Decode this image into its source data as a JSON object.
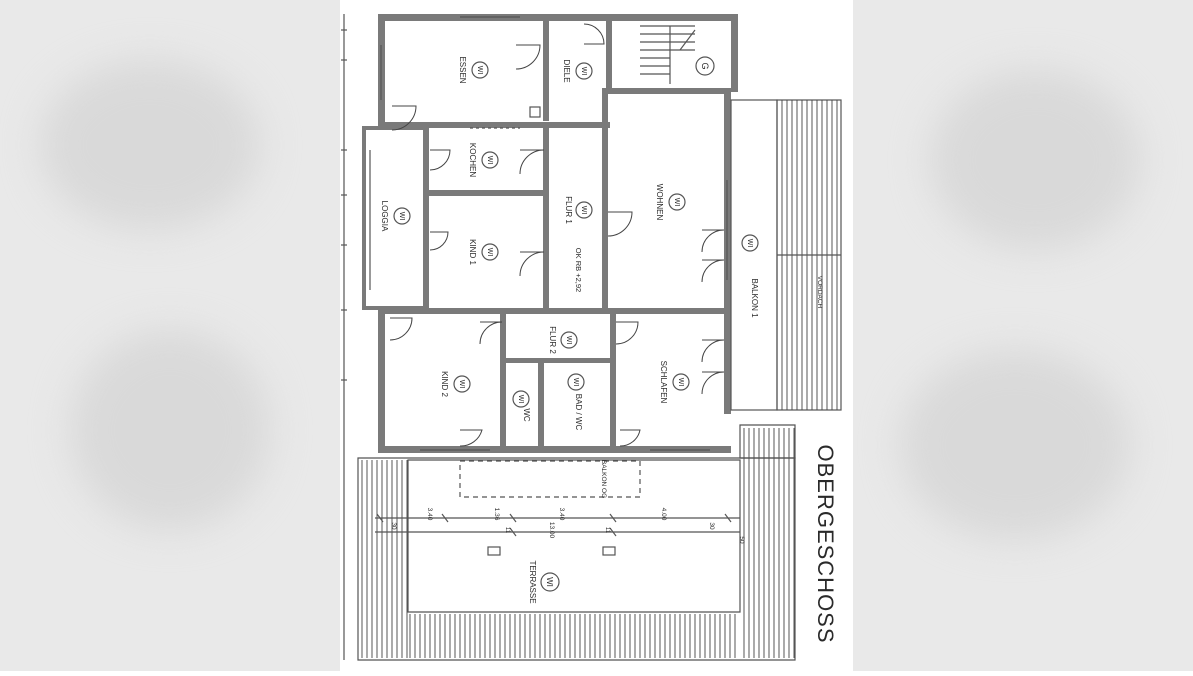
{
  "plan": {
    "title": "OBERGESCHOSS",
    "zone_label": "WI",
    "balcony_og": "BALKON OG",
    "vordach": "VORDACH",
    "level_note": "OK RB +2,92",
    "rooms": {
      "essen": "ESSEN",
      "diele": "DIELE",
      "stair": "G",
      "kochen": "KOCHEN",
      "loggia": "LOGGIA",
      "kind1": "KIND 1",
      "flur1": "FLUR 1",
      "wohnen": "WOHNEN",
      "balkon1": "BALKON 1",
      "flur2": "FLUR 2",
      "kind2": "KIND 2",
      "wc": "WC",
      "bad": "BAD / WC",
      "schlafen": "SCHLAFEN",
      "terrasse": "TERRASSE"
    },
    "dimensions": {
      "d1": "3.40",
      "d2": "1.36",
      "d3": "3.40",
      "d4": "4.00",
      "d5": "30",
      "d6": "30",
      "d7": "13.00",
      "d8": "11",
      "d9": "11",
      "d10": "50"
    }
  }
}
